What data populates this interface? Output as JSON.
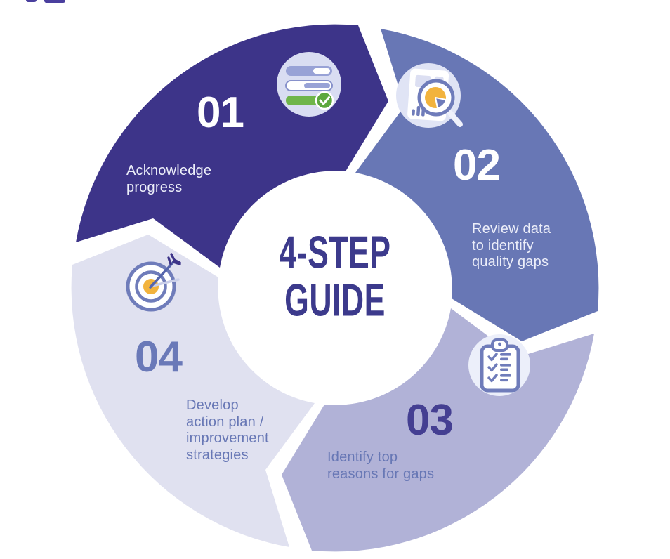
{
  "diagram": {
    "type": "cycle-4-steps",
    "title": "4-STEP\nGUIDE",
    "title_color": "#3c3a8c",
    "steps": [
      {
        "number": "01",
        "label": "Acknowledge\nprogress",
        "segment_color": "#3d3489",
        "number_color": "#ffffff",
        "label_color": "#eceef9",
        "icon": "progress-bars-check-icon"
      },
      {
        "number": "02",
        "label": "Review data\nto identify\nquality gaps",
        "segment_color": "#6877b5",
        "number_color": "#ffffff",
        "label_color": "#eceef9",
        "icon": "document-magnifier-pie-icon"
      },
      {
        "number": "03",
        "label": "Identify top\nreasons for gaps",
        "segment_color": "#b1b2d7",
        "number_color": "#443f92",
        "label_color": "#6777b5",
        "icon": "clipboard-checklist-icon"
      },
      {
        "number": "04",
        "label": "Develop\naction plan /\nimprovement\nstrategies",
        "segment_color": "#e0e1f0",
        "number_color": "#6a79b8",
        "label_color": "#6777b5",
        "icon": "target-arrow-icon"
      }
    ],
    "palette": {
      "icon_line": "#6f7cba",
      "icon_bg_light": "#d9ddf2",
      "icon_bg_white": "#eceffa",
      "accent_green": "#6fb54a",
      "accent_green_dark": "#5da83e",
      "accent_yellow": "#f2b33d",
      "center_bg": "#ffffff"
    }
  }
}
